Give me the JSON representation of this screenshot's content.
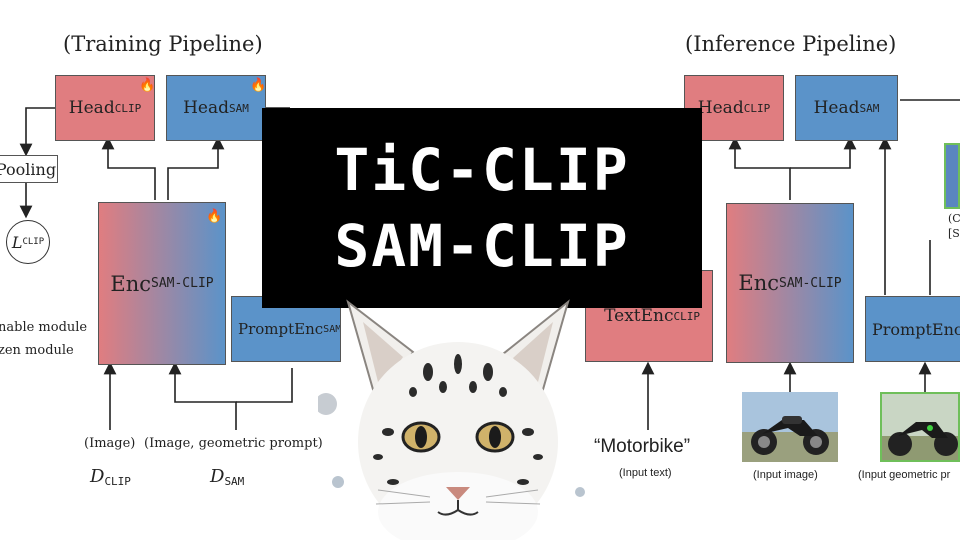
{
  "title": {
    "line1": "TiC-CLIP",
    "line2": "SAM-CLIP"
  },
  "training": {
    "heading": "(Training Pipeline)",
    "head_clip": "Head",
    "head_clip_sub": "CLIP",
    "head_sam": "Head",
    "head_sam_sub": "SAM",
    "pooling": "Pooling",
    "loss": "L",
    "loss_sub": "CLIP",
    "encoder": "Enc",
    "encoder_sub": "SAM-CLIP",
    "prompt_enc": "PromptEnc",
    "prompt_enc_sub": "SAM",
    "legend_trainable": "nable module",
    "legend_frozen": "zen module",
    "input_image": "(Image)",
    "input_image_geo": "(Image, geometric prompt)",
    "dataset_clip": "D",
    "dataset_clip_sub": "CLIP",
    "dataset_sam": "D",
    "dataset_sam_sub": "SAM"
  },
  "inference": {
    "heading": "(Inference Pipeline)",
    "head_clip": "Head",
    "head_clip_sub": "CLIP",
    "head_sam": "Head",
    "head_sam_sub": "SAM",
    "text_enc": "TextEnc",
    "text_enc_sub": "CLIP",
    "encoder": "Enc",
    "encoder_sub": "SAM-CLIP",
    "prompt_enc": "PromptEnc",
    "text_input_value": "“Motorbike”",
    "text_input_caption": "(Input text)",
    "image_caption": "(Input image)",
    "geo_caption": "(Input geometric pr",
    "right_cut_1": "(C",
    "right_cut_2": "[S"
  },
  "colors": {
    "clip_red": "#e07d80",
    "sam_blue": "#5b93c9",
    "title_bg": "#000000",
    "title_fg": "#ffffff",
    "fire": "#ff7a00"
  },
  "icons": [
    "fire-icon",
    "cat-illustration",
    "motorbike-image"
  ]
}
